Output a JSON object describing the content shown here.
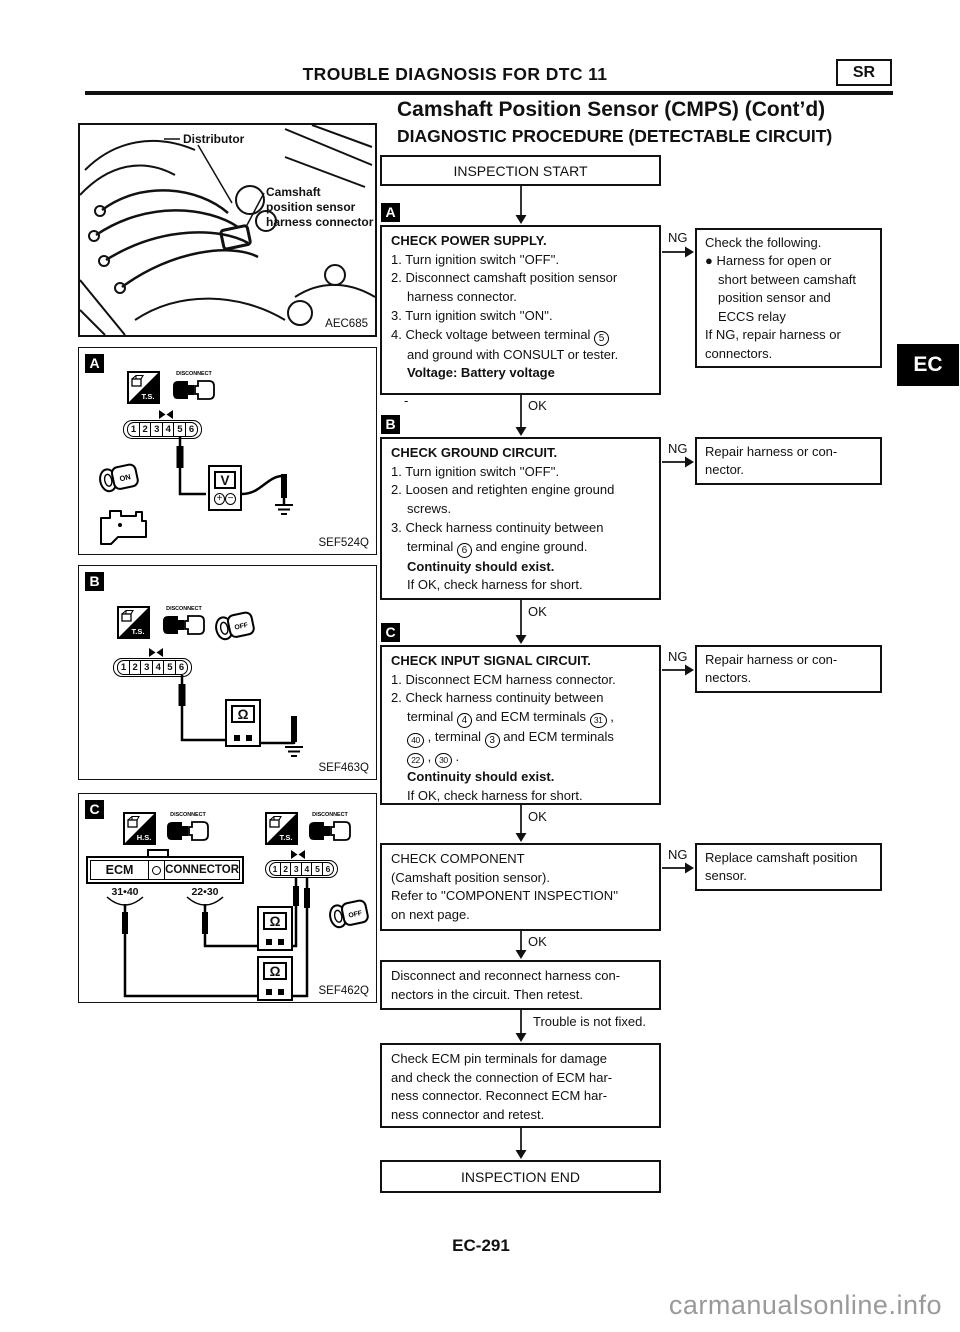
{
  "page": {
    "title": "TROUBLE DIAGNOSIS FOR DTC 11",
    "section_badge": "SR",
    "ec_badge": "EC",
    "subtitle1": "Camshaft Position Sensor (CMPS) (Cont’d)",
    "subtitle2": "DIAGNOSTIC PROCEDURE (DETECTABLE CIRCUIT)",
    "page_number": "EC-291",
    "watermark": "carmanualsonline.info"
  },
  "flow": {
    "start": "INSPECTION START",
    "end": "INSPECTION END",
    "labels": {
      "ng": "NG",
      "ok": "OK",
      "trouble": "Trouble is not fixed.",
      "dash": "-"
    },
    "box_a": {
      "badge": "A",
      "lines": [
        {
          "t": "CHECK POWER SUPPLY.",
          "b": 1
        },
        {
          "t": "1. Turn ignition switch ''OFF''."
        },
        {
          "t": "2. Disconnect camshaft position sensor"
        },
        {
          "t": "harness connector.",
          "i": 1
        },
        {
          "t": "3. Turn ignition switch ''ON''."
        },
        {
          "t": "4. Check voltage between terminal [[5]]"
        },
        {
          "t": "and ground with CONSULT or tester.",
          "i": 1
        },
        {
          "t": "Voltage: Battery voltage",
          "b": 1,
          "i": 1
        }
      ]
    },
    "box_b": {
      "badge": "B",
      "lines": [
        {
          "t": "CHECK GROUND CIRCUIT.",
          "b": 1
        },
        {
          "t": "1. Turn ignition switch ''OFF''."
        },
        {
          "t": "2. Loosen and retighten engine ground"
        },
        {
          "t": "screws.",
          "i": 1
        },
        {
          "t": "3. Check harness continuity between"
        },
        {
          "t": "terminal [[6]] and engine ground.",
          "i": 1
        },
        {
          "t": "Continuity should exist.",
          "b": 1,
          "i": 1
        },
        {
          "t": "If OK, check harness for short.",
          "i": 1
        }
      ]
    },
    "box_c": {
      "badge": "C",
      "lines": [
        {
          "t": "CHECK INPUT SIGNAL CIRCUIT.",
          "b": 1
        },
        {
          "t": "1. Disconnect ECM harness connector."
        },
        {
          "t": "2. Check harness continuity between"
        },
        {
          "t": "terminal [[4]] and ECM terminals [[31]] ,",
          "i": 1
        },
        {
          "t": "[[40]] , terminal [[3]] and ECM terminals",
          "i": 1
        },
        {
          "t": "[[22]] , [[30]] .",
          "i": 1
        },
        {
          "t": "Continuity should exist.",
          "b": 1,
          "i": 1
        },
        {
          "t": "If OK, check harness for short.",
          "i": 1
        }
      ]
    },
    "box_component": {
      "lines": [
        {
          "t": "CHECK COMPONENT"
        },
        {
          "t": "(Camshaft position sensor)."
        },
        {
          "t": "Refer to ''COMPONENT INSPECTION''"
        },
        {
          "t": "on next page."
        }
      ]
    },
    "box_reconnect": {
      "lines": [
        {
          "t": "Disconnect and reconnect harness con-"
        },
        {
          "t": "nectors in the circuit. Then retest."
        }
      ]
    },
    "box_ecm_pins": {
      "lines": [
        {
          "t": "Check ECM pin terminals for damage"
        },
        {
          "t": "and check the connection of ECM har-"
        },
        {
          "t": "ness connector. Reconnect ECM har-"
        },
        {
          "t": "ness connector and retest."
        }
      ]
    },
    "ng_a": {
      "lines": [
        {
          "t": "Check the following."
        },
        {
          "t": "● Harness for open or"
        },
        {
          "t": "short between camshaft",
          "i": 1
        },
        {
          "t": "position sensor and",
          "i": 1
        },
        {
          "t": "ECCS relay",
          "i": 1
        },
        {
          "t": "If NG, repair harness or"
        },
        {
          "t": "connectors."
        }
      ]
    },
    "ng_b": {
      "lines": [
        {
          "t": "Repair harness or con-"
        },
        {
          "t": "nector."
        }
      ]
    },
    "ng_c": {
      "lines": [
        {
          "t": "Repair harness or con-"
        },
        {
          "t": "nectors."
        }
      ]
    },
    "ng_component": {
      "lines": [
        {
          "t": "Replace camshaft position"
        },
        {
          "t": "sensor."
        }
      ]
    }
  },
  "figures": {
    "engine": {
      "labels": {
        "distributor": "Distributor",
        "cam_line1": "Camshaft",
        "cam_line2": "position sensor",
        "cam_line3": "harness connector"
      },
      "code": "AEC685"
    },
    "a": {
      "badge": "A",
      "ts_label": "T.S.",
      "disconnect_label": "DISCONNECT",
      "pins": [
        "1",
        "2",
        "3",
        "4",
        "5",
        "6"
      ],
      "meter": "V",
      "plus": "+",
      "minus": "−",
      "key": "ON",
      "code": "SEF524Q"
    },
    "b": {
      "badge": "B",
      "ts_label": "T.S.",
      "disconnect_label": "DISCONNECT",
      "pins": [
        "1",
        "2",
        "3",
        "4",
        "5",
        "6"
      ],
      "meter": "Ω",
      "key": "OFF",
      "code": "SEF463Q"
    },
    "c": {
      "badge": "C",
      "hs_label": "H.S.",
      "ts_label": "T.S.",
      "disconnect_label": "DISCONNECT",
      "ecm": "ECM",
      "connector": "CONNECTOR",
      "range_left": "31•40",
      "range_right": "22•30",
      "pins": [
        "1",
        "2",
        "3",
        "4",
        "5",
        "6"
      ],
      "meter1": "Ω",
      "meter2": "Ω",
      "key": "OFF",
      "code": "SEF462Q"
    }
  }
}
